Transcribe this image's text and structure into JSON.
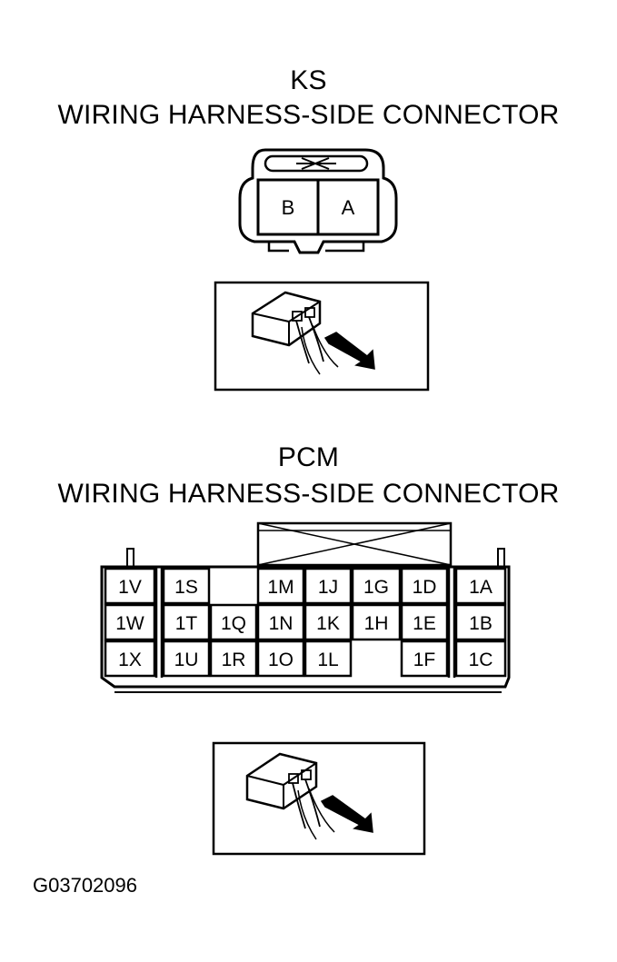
{
  "ks": {
    "title": "KS",
    "subtitle": "WIRING HARNESS-SIDE CONNECTOR",
    "terminals": [
      "B",
      "A"
    ]
  },
  "pcm": {
    "title": "PCM",
    "subtitle": "WIRING HARNESS-SIDE CONNECTOR",
    "rows": [
      [
        "1V",
        "1S",
        "",
        "1M",
        "1J",
        "1G",
        "1D",
        "1A"
      ],
      [
        "1W",
        "1T",
        "1Q",
        "1N",
        "1K",
        "1H",
        "1E",
        "1B"
      ],
      [
        "1X",
        "1U",
        "1R",
        "1O",
        "1L",
        "",
        "1F",
        "1C"
      ]
    ]
  },
  "figure_code": "G03702096"
}
